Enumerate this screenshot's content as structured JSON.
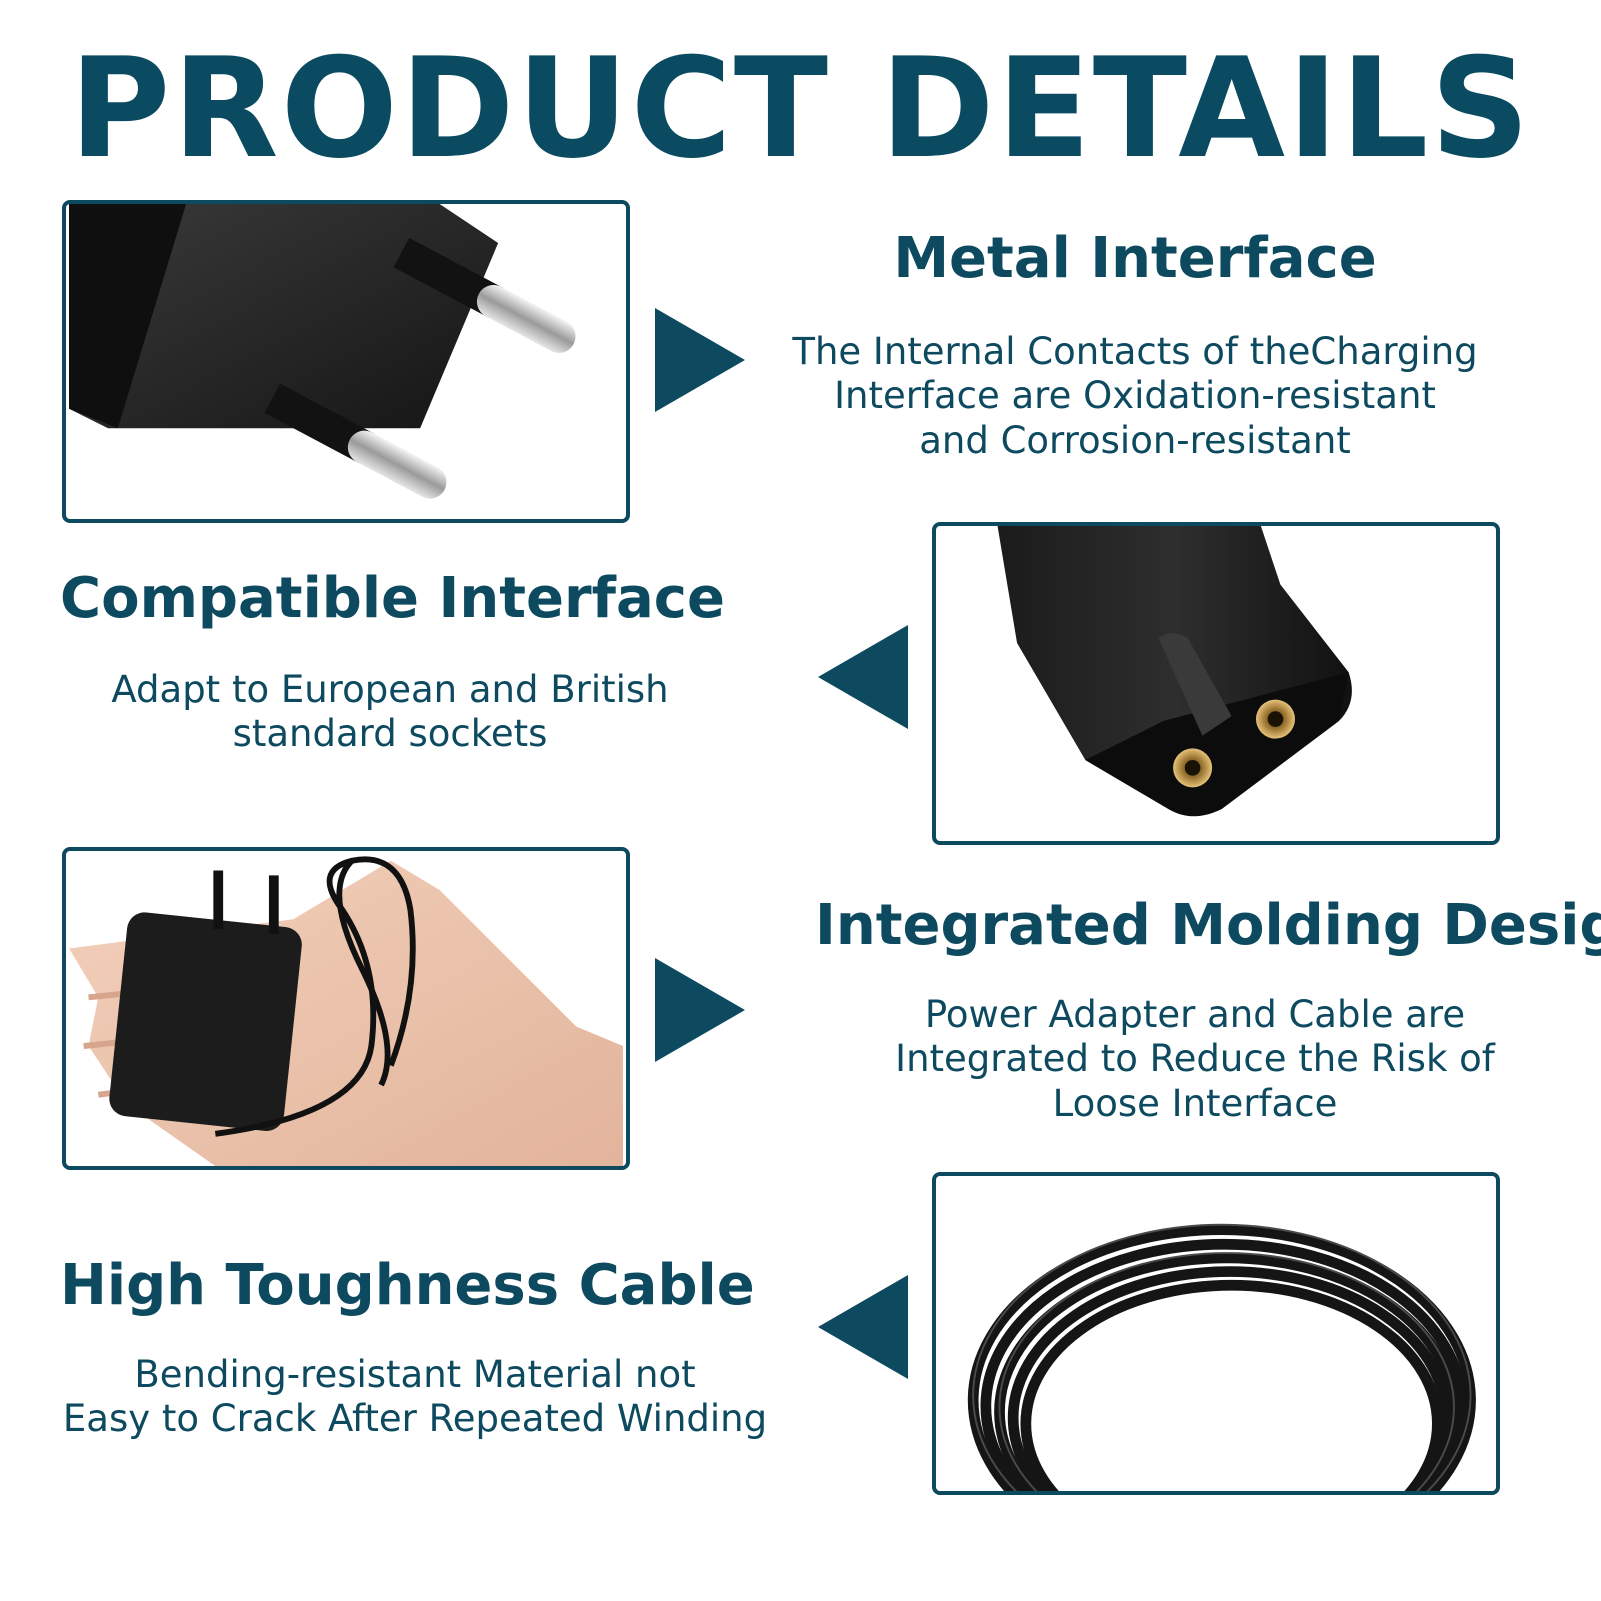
{
  "title": "PRODUCT DETAILS",
  "colors": {
    "accent": "#0d4a60",
    "background": "#ffffff"
  },
  "sections": [
    {
      "heading": "Metal Interface",
      "lines": [
        "The Internal Contacts of theCharging",
        "Interface are Oxidation-resistant",
        "and Corrosion-resistant"
      ],
      "image": "eu-plug-prongs",
      "arrow": "right-pointing-triangle-icon"
    },
    {
      "heading": "Compatible Interface",
      "lines": [
        "Adapt to European and British",
        "standard sockets"
      ],
      "image": "two-pin-connector",
      "arrow": "left-pointing-triangle-icon"
    },
    {
      "heading": "Integrated Molding Design",
      "lines": [
        "Power Adapter and Cable are",
        "Integrated to Reduce the Risk of",
        "Loose Interface"
      ],
      "image": "adapter-in-hand",
      "arrow": "right-pointing-triangle-icon"
    },
    {
      "heading": "High Toughness Cable",
      "lines": [
        "Bending-resistant Material not",
        "Easy to Crack After Repeated Winding"
      ],
      "image": "coiled-cable",
      "arrow": "left-pointing-triangle-icon"
    }
  ]
}
